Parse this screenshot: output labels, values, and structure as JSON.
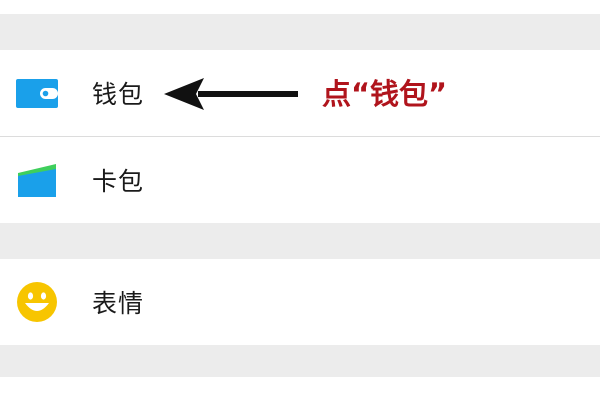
{
  "menu": {
    "items": [
      {
        "label": "钱包",
        "icon": "wallet-icon"
      },
      {
        "label": "卡包",
        "icon": "card-package-icon"
      },
      {
        "label": "表情",
        "icon": "smiley-icon"
      }
    ]
  },
  "annotation": {
    "text": "点“钱包”",
    "color": "#b0141c"
  },
  "colors": {
    "background": "#ececec",
    "wallet_blue": "#1aa0ea",
    "card_green": "#3fcf5c",
    "smiley_yellow": "#f7c500"
  }
}
